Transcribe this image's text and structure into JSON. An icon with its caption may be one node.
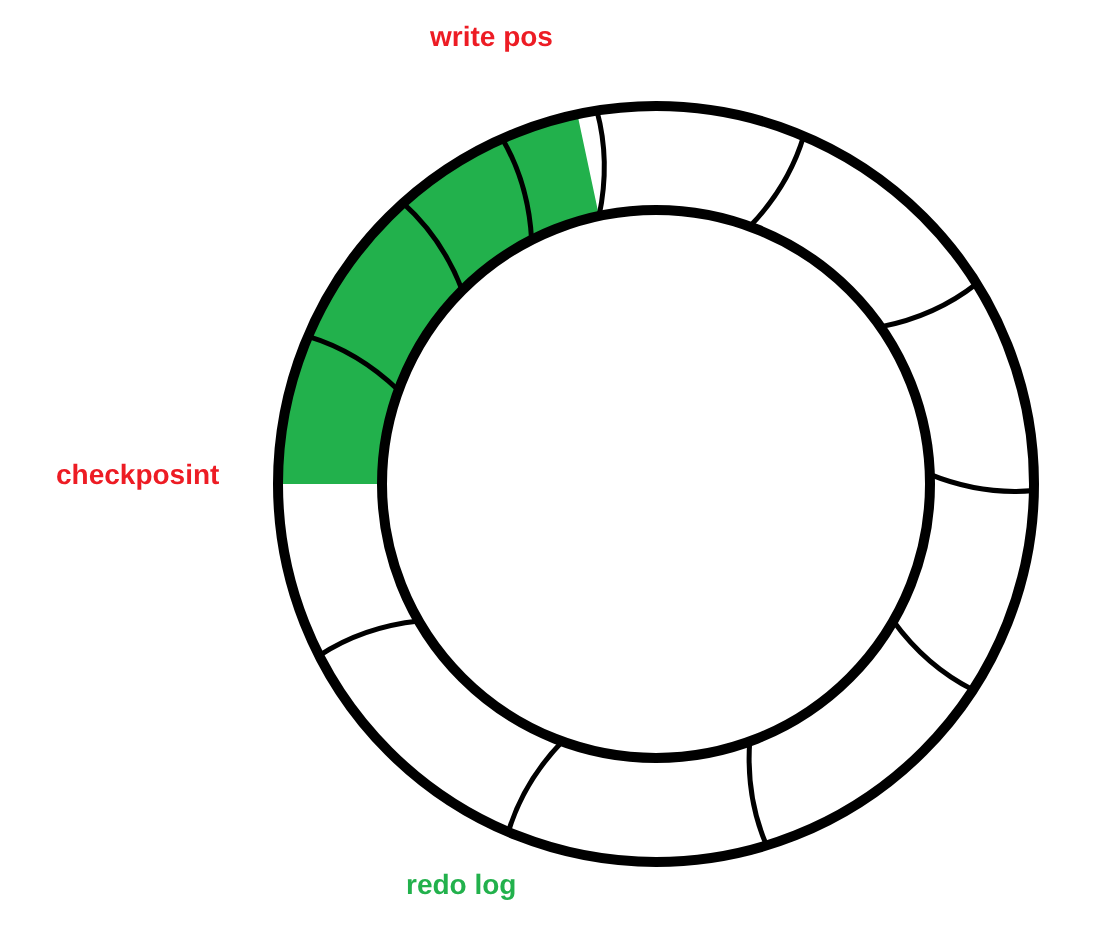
{
  "diagram": {
    "labels": [
      "write pos",
      "checkposint",
      "redo log"
    ]
  }
}
